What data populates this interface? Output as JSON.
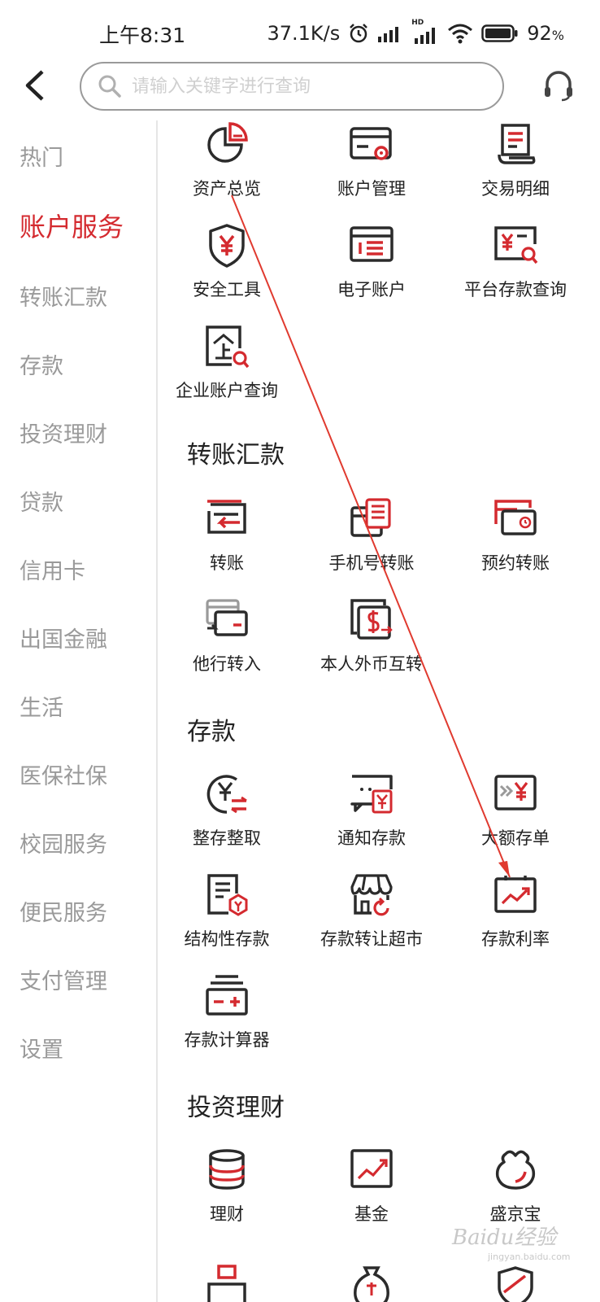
{
  "status": {
    "time": "上午8:31",
    "speed": "37.1K/s",
    "battery": "92",
    "battery_unit": "%",
    "hd_label": "HD"
  },
  "header": {
    "search_placeholder": "请输入关键字进行查询",
    "back_icon": "chevron-left-icon",
    "service_icon": "headset-icon"
  },
  "sidebar": {
    "items": [
      {
        "label": "热门"
      },
      {
        "label": "账户服务"
      },
      {
        "label": "转账汇款"
      },
      {
        "label": "存款"
      },
      {
        "label": "投资理财"
      },
      {
        "label": "贷款"
      },
      {
        "label": "信用卡"
      },
      {
        "label": "出国金融"
      },
      {
        "label": "生活"
      },
      {
        "label": "医保社保"
      },
      {
        "label": "校园服务"
      },
      {
        "label": "便民服务"
      },
      {
        "label": "支付管理"
      },
      {
        "label": "设置"
      }
    ],
    "active": "账户服务"
  },
  "account": {
    "items": [
      {
        "label": "资产总览"
      },
      {
        "label": "账户管理"
      },
      {
        "label": "交易明细"
      },
      {
        "label": "安全工具"
      },
      {
        "label": "电子账户"
      },
      {
        "label": "平台存款查询"
      },
      {
        "label": "企业账户查询"
      }
    ]
  },
  "transfer": {
    "title": "转账汇款",
    "items": [
      {
        "label": "转账"
      },
      {
        "label": "手机号转账"
      },
      {
        "label": "预约转账"
      },
      {
        "label": "他行转入"
      },
      {
        "label": "本人外币互转"
      }
    ]
  },
  "deposit": {
    "title": "存款",
    "items": [
      {
        "label": "整存整取"
      },
      {
        "label": "通知存款"
      },
      {
        "label": "大额存单"
      },
      {
        "label": "结构性存款"
      },
      {
        "label": "存款转让超市"
      },
      {
        "label": "存款利率"
      },
      {
        "label": "存款计算器"
      }
    ]
  },
  "invest": {
    "title": "投资理财",
    "items": [
      {
        "label": "理财"
      },
      {
        "label": "基金"
      },
      {
        "label": "盛京宝"
      }
    ]
  },
  "colors": {
    "accent": "#d42a2f",
    "icon_dark": "#2b2b2b",
    "sidebar_inactive": "#9a9a9a"
  },
  "watermark": {
    "brand": "Baidu经验",
    "site": "jingyan.baidu.com"
  }
}
